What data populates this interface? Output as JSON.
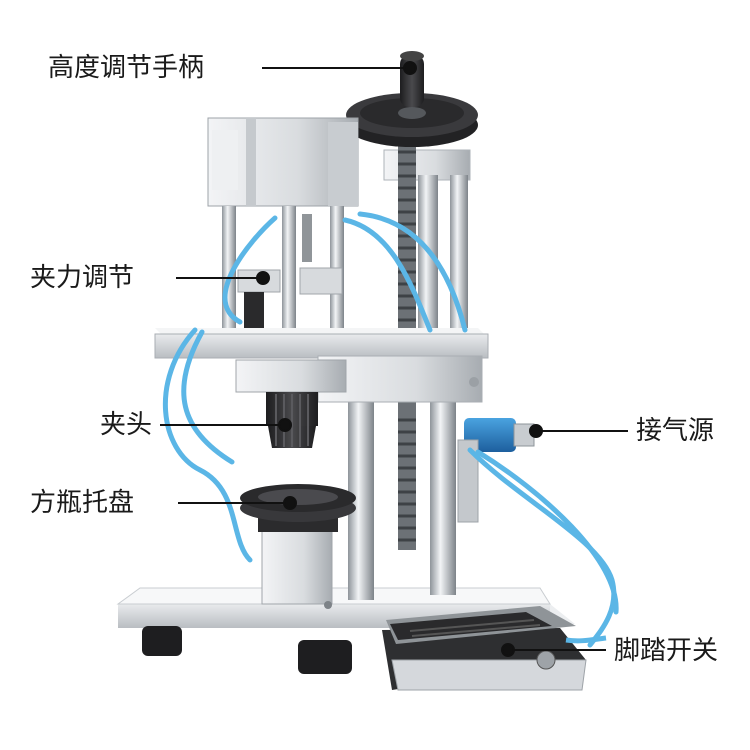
{
  "labels": {
    "height_handle": "高度调节手柄",
    "clamp_adjust": "夹力调节",
    "chuck": "夹头",
    "tray": "方瓶托盘",
    "air_inlet": "接气源",
    "pedal_switch": "脚踏开关"
  },
  "colors": {
    "tube_blue": "#5bb6e6",
    "metal": "#d6d9dd",
    "dark_part": "#2c2c2e",
    "label_text": "#1a1a1a"
  }
}
